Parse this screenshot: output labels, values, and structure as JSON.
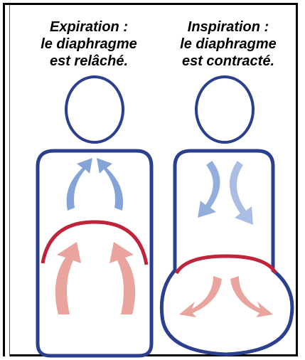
{
  "figure": {
    "expiration": {
      "caption": "Expiration :\nle diaphragme\nest relâché.",
      "diaphragm_state": "relaxed-dome-up",
      "airflow": "out"
    },
    "inspiration": {
      "caption": "Inspiration :\nle diaphragme\nest contracté.",
      "diaphragm_state": "contracted-flattened",
      "airflow": "in"
    }
  },
  "colors": {
    "outline": "#2b3f8f",
    "diaphragm": "#c0243a",
    "air_arrow": "#6f93cf",
    "organ_arrow": "#e79a94"
  }
}
